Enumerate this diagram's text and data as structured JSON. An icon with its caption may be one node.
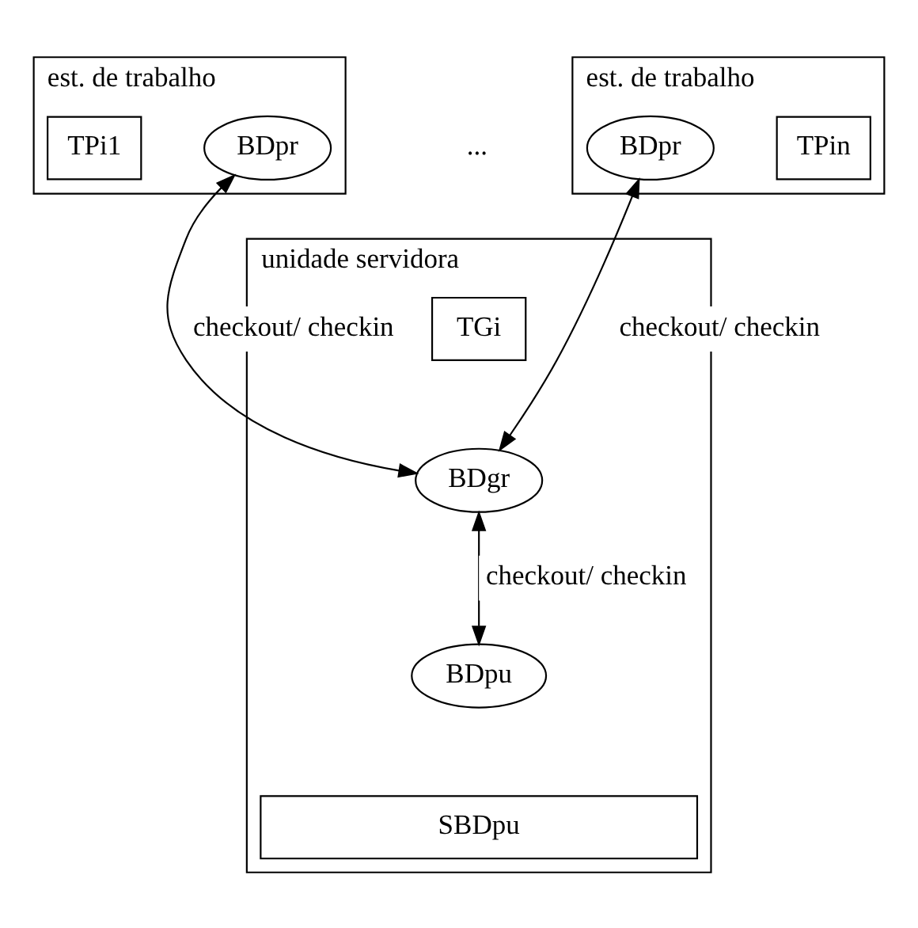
{
  "diagram": {
    "nodes": [
      {
        "text": [
          "est. de trabalho"
        ]
      },
      {
        "text": [
          "BDpr"
        ],
        "in": 0
      },
      {
        "text": [
          "TPi1"
        ],
        "in": 0
      },
      {
        "text": [
          "est. de trabalho"
        ]
      },
      {
        "text": [
          "TPin"
        ],
        "in": 3
      },
      {
        "text": [
          "BDpr"
        ],
        "in": 3
      },
      {
        "text": [
          "unidade servidora"
        ]
      },
      {
        "text": [
          "TGi"
        ],
        "in": 6
      },
      {
        "text": [
          "BDgr"
        ],
        "in": 6
      },
      {
        "text": [
          "BDpu"
        ],
        "in": 6
      },
      {
        "text": [
          "SBDpu"
        ],
        "in": 6
      }
    ],
    "edges": [
      {
        "from": 1,
        "to": 8,
        "arrow": "both",
        "label": "checkout/ checkin"
      },
      {
        "from": 5,
        "to": 8,
        "arrow": "both",
        "label": "checkout/ checkin"
      },
      {
        "from": 8,
        "to": 9,
        "arrow": "both",
        "label": "checkout/ checkin"
      }
    ],
    "labels": [
      "..."
    ]
  }
}
